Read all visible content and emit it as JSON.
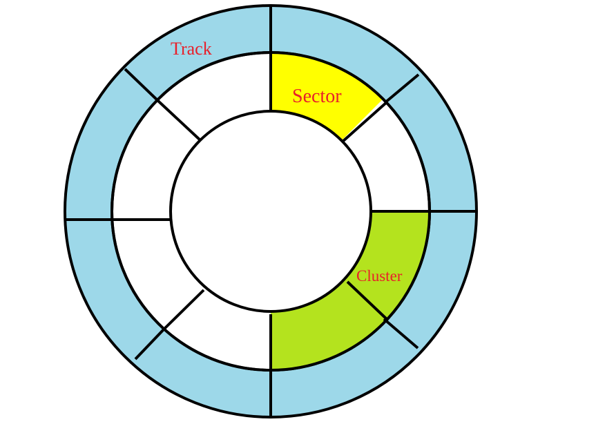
{
  "labels": {
    "track": "Track",
    "sector": "Sector",
    "cluster": "Cluster"
  },
  "colors": {
    "track": "#9dd8e9",
    "sector": "#ffff00",
    "cluster": "#b4e31e",
    "middle": "#ffffff",
    "stroke": "#000000",
    "label": "#e8202a"
  },
  "structure": {
    "track_ring_divisions": 8,
    "middle_ring_divisions": 8,
    "highlighted_sector": 1,
    "highlighted_cluster": 2
  }
}
